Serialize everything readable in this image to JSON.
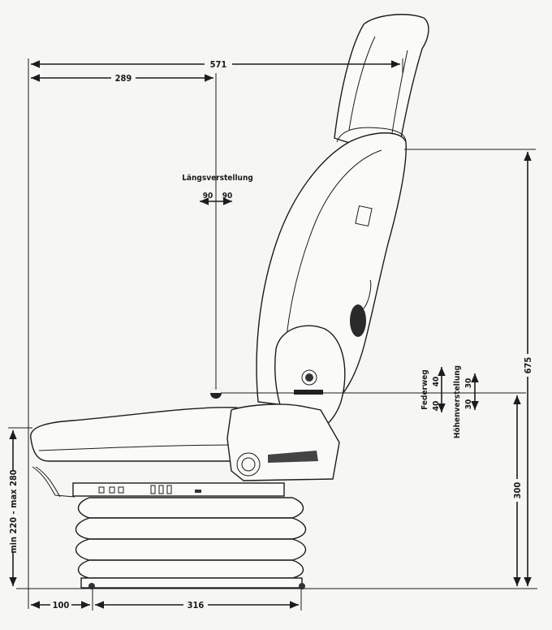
{
  "dimensions": {
    "total_depth": "571",
    "front_to_pivot": "289",
    "back_height": "675",
    "seat_height": "300",
    "height_range": "min 220 - max 280",
    "front_offset": "100",
    "base_width": "316"
  },
  "labels": {
    "laengsverstellung": "Längsverstellung",
    "laengs_left": "90",
    "laengs_right": "90",
    "federweg": "Federweg",
    "federweg_a": "40",
    "federweg_b": "40",
    "hoehenverstellung": "Höhenverstellung",
    "hoehen_a": "30",
    "hoehen_b": "30"
  }
}
